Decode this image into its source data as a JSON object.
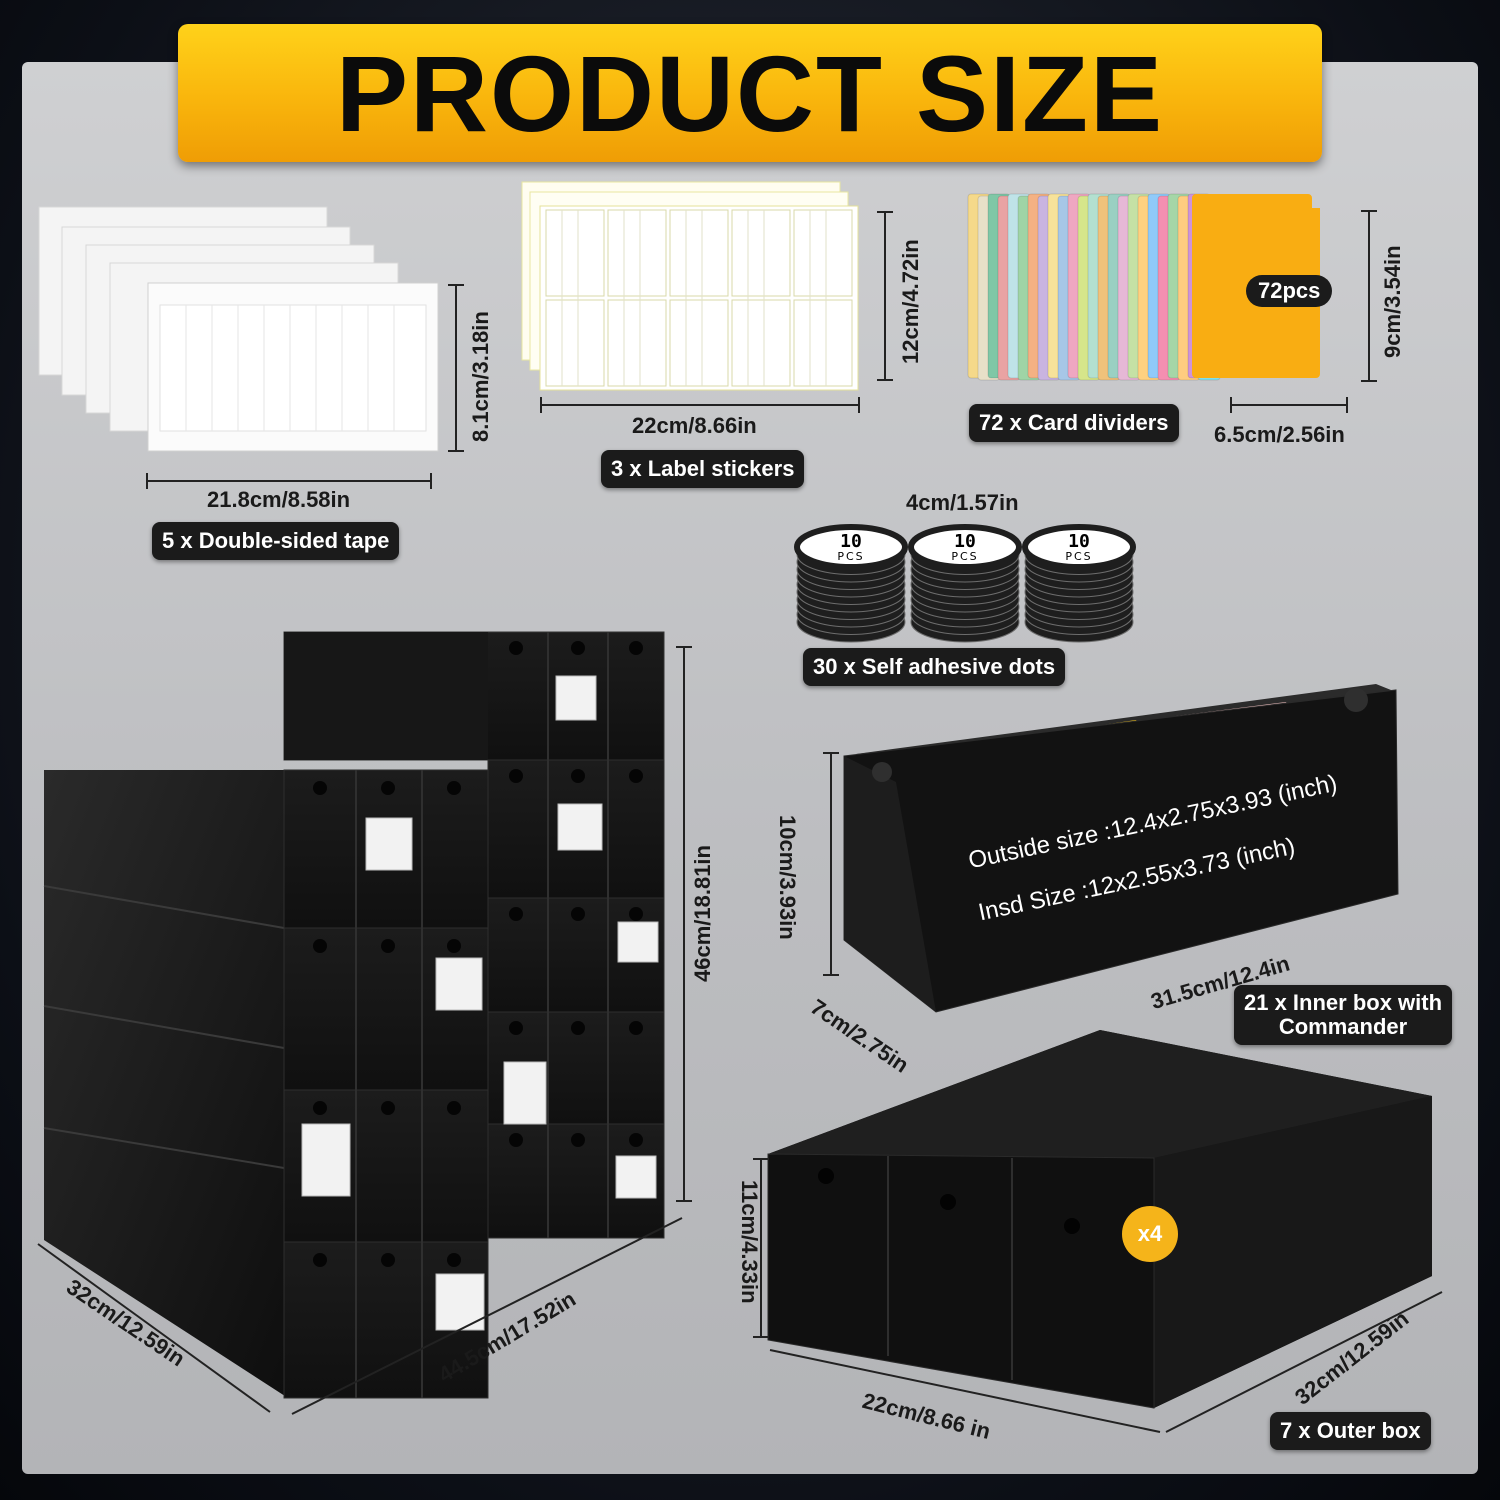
{
  "banner": {
    "title": "PRODUCT SIZE"
  },
  "tape": {
    "label": "5 x Double-sided tape",
    "width": "21.8cm/8.58in",
    "height": "8.1cm/3.18in"
  },
  "stickers": {
    "label": "3 x Label stickers",
    "width": "22cm/8.66in",
    "height": "12cm/4.72in"
  },
  "dividers": {
    "label": "72 x Card dividers",
    "count_badge": "72pcs",
    "width": "6.5cm/2.56in",
    "height": "9cm/3.54in",
    "tab_colors": [
      "#f5d98a",
      "#e7e0c8",
      "#7fc7a6",
      "#e9a3a3",
      "#bfe3e8",
      "#9fd4a6",
      "#f4b183",
      "#c9b4e0",
      "#f7e29a",
      "#a7c7e7",
      "#efa7c1",
      "#d6e68a",
      "#b3e0d0",
      "#f0c27b",
      "#9ad0c2",
      "#e6b8d6",
      "#c5e1a5",
      "#ffd180",
      "#90caf9",
      "#f48fb1",
      "#a5d6a7",
      "#ffcc80",
      "#ce93d8",
      "#80deea"
    ]
  },
  "dots": {
    "label": "30 x Self adhesive dots",
    "diameter": "4cm/1.57in",
    "stack_text_top": "10",
    "stack_text_bottom": "PCS"
  },
  "stack": {
    "height": "46cm/18.81in",
    "depth": "32cm/12.59in",
    "width": "44.5cm/17.52in"
  },
  "inner_box": {
    "label_line1": "21 x Inner box with",
    "label_line2": "Commander",
    "outside": "Outside size :12.4x2.75x3.93 (inch)",
    "inside": "Insd Size :12x2.55x3.73 (inch)",
    "height": "10cm/3.93in",
    "depth": "7cm/2.75in",
    "length": "31.5cm/12.4in"
  },
  "outer_box": {
    "label": "7 x Outer box",
    "multiplier": "x4",
    "height": "11cm/4.33in",
    "width": "22cm/8.66 in",
    "depth": "32cm/12.59in"
  }
}
